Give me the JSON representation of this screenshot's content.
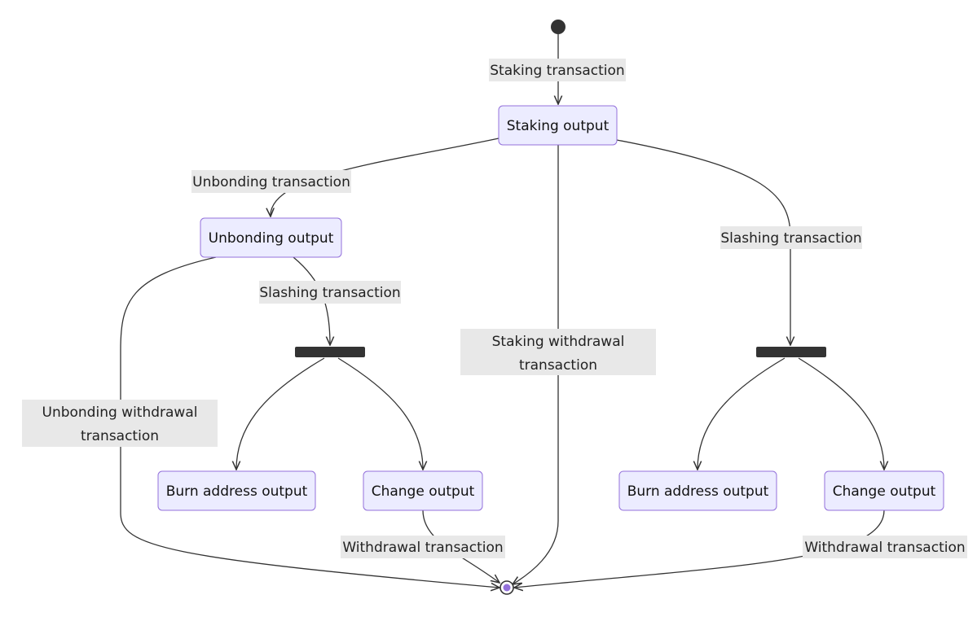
{
  "colors": {
    "node_fill": "#ECECFF",
    "node_stroke": "#9370DB",
    "edge": "#333333",
    "label_bg": "#E8E8E8",
    "end_dot": "#9370DB"
  },
  "nodes": {
    "staking_output": "Staking output",
    "unbonding_output": "Unbonding output",
    "burn_left": "Burn address output",
    "change_left": "Change output",
    "burn_right": "Burn address output",
    "change_right": "Change output"
  },
  "edge_labels": {
    "staking_tx": "Staking transaction",
    "unbonding_tx": "Unbonding transaction",
    "slashing_tx_right": "Slashing transaction",
    "slashing_tx_left": "Slashing transaction",
    "staking_withdrawal_l1": "Staking withdrawal",
    "staking_withdrawal_l2": "transaction",
    "unbonding_withdrawal_l1": "Unbonding withdrawal",
    "unbonding_withdrawal_l2": "transaction",
    "withdrawal_left": "Withdrawal transaction",
    "withdrawal_right": "Withdrawal transaction"
  }
}
